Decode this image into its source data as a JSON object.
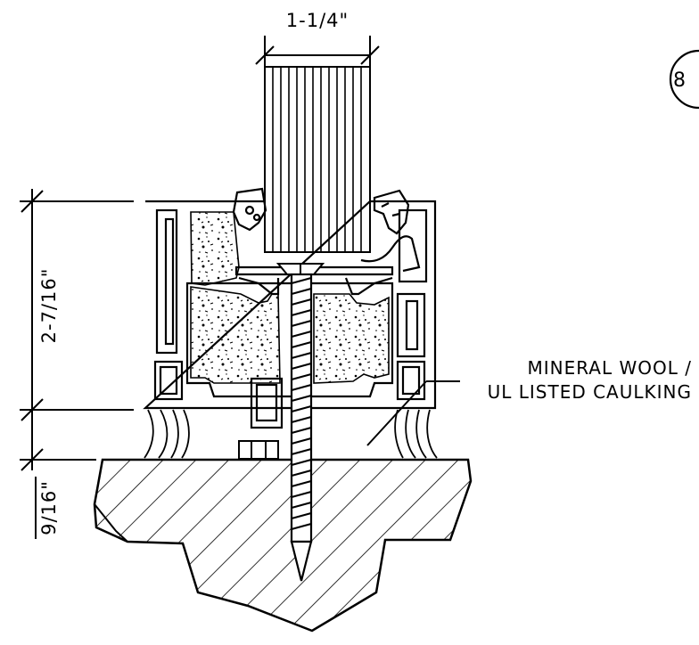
{
  "dimensions": {
    "width_label": "1-1/4\"",
    "height_label": "2-7/16\"",
    "gap_label": "9/16\""
  },
  "annotation": {
    "line1": "MINERAL WOOL /",
    "line2": "UL LISTED CAULKING"
  },
  "detail_number": "8",
  "colors": {
    "ink": "#000000",
    "paper": "#ffffff"
  }
}
